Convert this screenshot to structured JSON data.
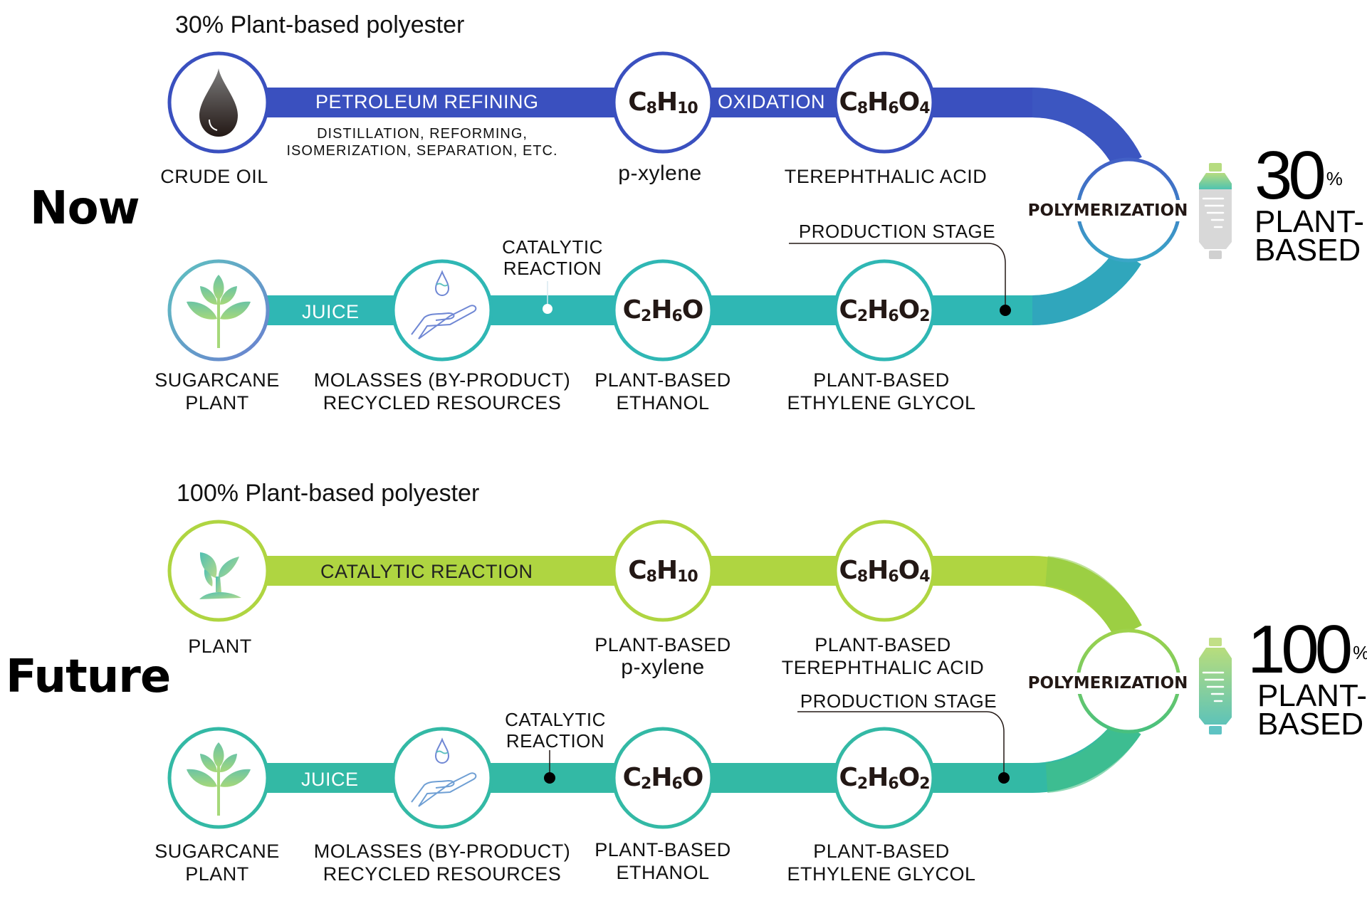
{
  "colors": {
    "now_top": "#3a50bf",
    "now_bottom": "#2fb7b4",
    "future_top": "#afd541",
    "future_bottom": "#33b9a5"
  },
  "now": {
    "era_label": "Now",
    "title": "30% Plant-based polyester",
    "top_row": {
      "source": {
        "icon": "oil-drop-icon",
        "label": "CRUDE OIL"
      },
      "step1": {
        "label": "PETROLEUM REFINING",
        "sub_lines": [
          "DISTILLATION, REFORMING,",
          "ISOMERIZATION, SEPARATION, ETC."
        ]
      },
      "node1": {
        "formula_base": [
          "C",
          "H"
        ],
        "formula_subs": [
          "8",
          "10"
        ],
        "label_lines": [
          "p-xylene"
        ]
      },
      "step2": {
        "label": "OXIDATION"
      },
      "node2": {
        "formula_base": [
          "C",
          "H",
          "O"
        ],
        "formula_subs": [
          "8",
          "6",
          "4"
        ],
        "label_lines": [
          "TEREPHTHALIC ACID"
        ]
      }
    },
    "bottom_row": {
      "source": {
        "icon": "sugarcane-icon",
        "label_lines": [
          "SUGARCANE",
          "PLANT"
        ]
      },
      "step1": {
        "label": "JUICE"
      },
      "node1": {
        "icon": "hand-drop-icon",
        "label_lines": [
          "MOLASSES (BY-PRODUCT)",
          "RECYCLED RESOURCES"
        ]
      },
      "annotation1": {
        "lines": [
          "CATALYTIC",
          "REACTION"
        ]
      },
      "node2": {
        "formula_base": [
          "C",
          "H",
          "O"
        ],
        "formula_subs": [
          "2",
          "6",
          ""
        ],
        "label_lines": [
          "PLANT-BASED",
          "ETHANOL"
        ]
      },
      "node3": {
        "formula_base": [
          "C",
          "H",
          "O"
        ],
        "formula_subs": [
          "2",
          "6",
          "2"
        ],
        "label_lines": [
          "PLANT-BASED",
          "ETHYLENE GLYCOL"
        ]
      },
      "annotation2": {
        "label": "PRODUCTION STAGE"
      }
    },
    "merge": {
      "label": "POLYMERIZATION"
    },
    "result": {
      "icon": "bottle-icon",
      "percent": "30",
      "percent_sign": "%",
      "lines": [
        "PLANT-",
        "BASED"
      ]
    }
  },
  "future": {
    "era_label": "Future",
    "title": "100% Plant-based polyester",
    "top_row": {
      "source": {
        "icon": "seedling-icon",
        "label": "PLANT"
      },
      "step1": {
        "label": "CATALYTIC REACTION"
      },
      "node1": {
        "formula_base": [
          "C",
          "H"
        ],
        "formula_subs": [
          "8",
          "10"
        ],
        "label_lines": [
          "PLANT-BASED",
          "p-xylene"
        ]
      },
      "node2": {
        "formula_base": [
          "C",
          "H",
          "O"
        ],
        "formula_subs": [
          "8",
          "6",
          "4"
        ],
        "label_lines": [
          "PLANT-BASED",
          "TEREPHTHALIC ACID"
        ]
      }
    },
    "bottom_row": {
      "source": {
        "icon": "sugarcane-icon",
        "label_lines": [
          "SUGARCANE",
          "PLANT"
        ]
      },
      "step1": {
        "label": "JUICE"
      },
      "node1": {
        "icon": "hand-drop-icon",
        "label_lines": [
          "MOLASSES (BY-PRODUCT)",
          "RECYCLED RESOURCES"
        ]
      },
      "annotation1": {
        "lines": [
          "CATALYTIC",
          "REACTION"
        ]
      },
      "node2": {
        "formula_base": [
          "C",
          "H",
          "O"
        ],
        "formula_subs": [
          "2",
          "6",
          ""
        ],
        "label_lines": [
          "PLANT-BASED",
          "ETHANOL"
        ]
      },
      "node3": {
        "formula_base": [
          "C",
          "H",
          "O"
        ],
        "formula_subs": [
          "2",
          "6",
          "2"
        ],
        "label_lines": [
          "PLANT-BASED",
          "ETHYLENE GLYCOL"
        ]
      },
      "annotation2": {
        "label": "PRODUCTION STAGE"
      }
    },
    "merge": {
      "label": "POLYMERIZATION"
    },
    "result": {
      "icon": "bottle-icon",
      "percent": "100",
      "percent_sign": "%",
      "lines": [
        "PLANT-",
        "BASED"
      ]
    }
  }
}
